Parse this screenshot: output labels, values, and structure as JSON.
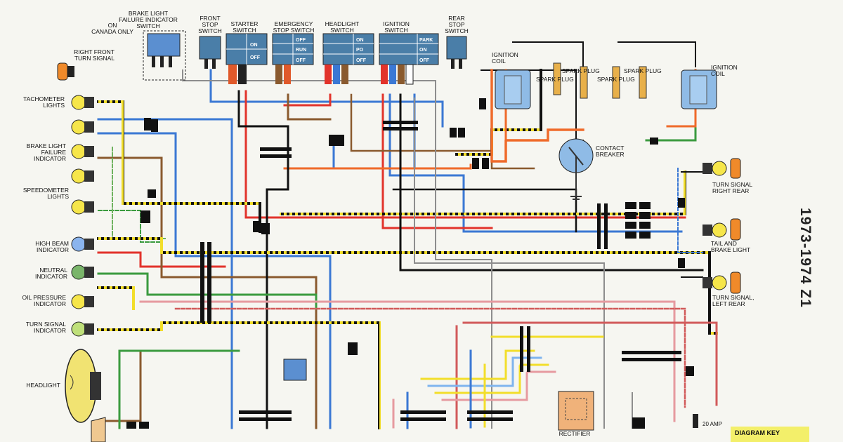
{
  "title": "1973-1974 Z1",
  "diagram_key": "DIAGRAM KEY",
  "fuse_label": "20 AMP",
  "rectifier_label": "RECTIFIER",
  "left_components": [
    {
      "id": "rf-turn",
      "label": "RIGHT FRONT\nTURN SIGNAL"
    },
    {
      "id": "tach",
      "label": "TACHOMETER\nLIGHTS"
    },
    {
      "id": "brake-fail",
      "label": "BRAKE LIGHT\nFAILURE\nINDICATOR"
    },
    {
      "id": "speedo",
      "label": "SPEEDOMETER\nLIGHTS"
    },
    {
      "id": "hibeam",
      "label": "HIGH BEAM\nINDICATOR"
    },
    {
      "id": "neutral",
      "label": "NEUTRAL\nINDICATOR"
    },
    {
      "id": "oil",
      "label": "OIL PRESSURE\nINDICATOR"
    },
    {
      "id": "turn-ind",
      "label": "TURN SIGNAL\nINDICATOR"
    },
    {
      "id": "headlight",
      "label": "HEADLIGHT"
    }
  ],
  "top_components": [
    {
      "id": "canada",
      "label": "ON\nCANADA ONLY"
    },
    {
      "id": "bl-switch",
      "label": "BRAKE LIGHT\nFAILURE INDICATOR\nSWITCH"
    },
    {
      "id": "front-stop",
      "label": "FRONT\nSTOP\nSWITCH"
    },
    {
      "id": "starter",
      "label": "STARTER\nSWITCH"
    },
    {
      "id": "estop",
      "label": "EMERGENCY\nSTOP SWITCH"
    },
    {
      "id": "headsw",
      "label": "HEADLIGHT\nSWITCH"
    },
    {
      "id": "ignsw",
      "label": "IGNITION\nSWITCH"
    },
    {
      "id": "rearstop",
      "label": "REAR\nSTOP\nSWITCH"
    }
  ],
  "switch_positions": {
    "starter": [
      "ON",
      "OFF"
    ],
    "estop": [
      "OFF",
      "RUN",
      "OFF"
    ],
    "headsw": [
      "ON",
      "PO",
      "OFF"
    ],
    "ignsw": [
      "PARK",
      "ON",
      "OFF"
    ]
  },
  "right_components": [
    {
      "id": "ign-coil-l",
      "label": "IGNITION\nCOIL"
    },
    {
      "id": "plug1",
      "label": "SPARK PLUG"
    },
    {
      "id": "plug2",
      "label": "SPARK PLUG"
    },
    {
      "id": "plug3",
      "label": "SPARK PLUG"
    },
    {
      "id": "plug4",
      "label": "SPARK PLUG"
    },
    {
      "id": "ign-coil-r",
      "label": "IGNITION\nCOIL"
    },
    {
      "id": "contact",
      "label": "CONTACT\nBREAKER"
    },
    {
      "id": "tsrr",
      "label": "TURN SIGNAL\nRIGHT REAR"
    },
    {
      "id": "tail",
      "label": "TAIL AND\nBRAKE LIGHT"
    },
    {
      "id": "tslr",
      "label": "TURN SIGNAL,\nLEFT REAR"
    }
  ],
  "colors": {
    "blue": "#3b78d4",
    "red": "#e2332b",
    "orange": "#ef6a2a",
    "yellow": "#f2de2a",
    "green": "#3b9b3f",
    "brown": "#8a5a2e",
    "black": "#111111",
    "gray": "#9a9a9a",
    "white": "#ffffff",
    "pink": "#e69aa0",
    "lightblue": "#7fb4ee",
    "bulb": "#f6e64a",
    "switch": "#4a7ea8"
  }
}
